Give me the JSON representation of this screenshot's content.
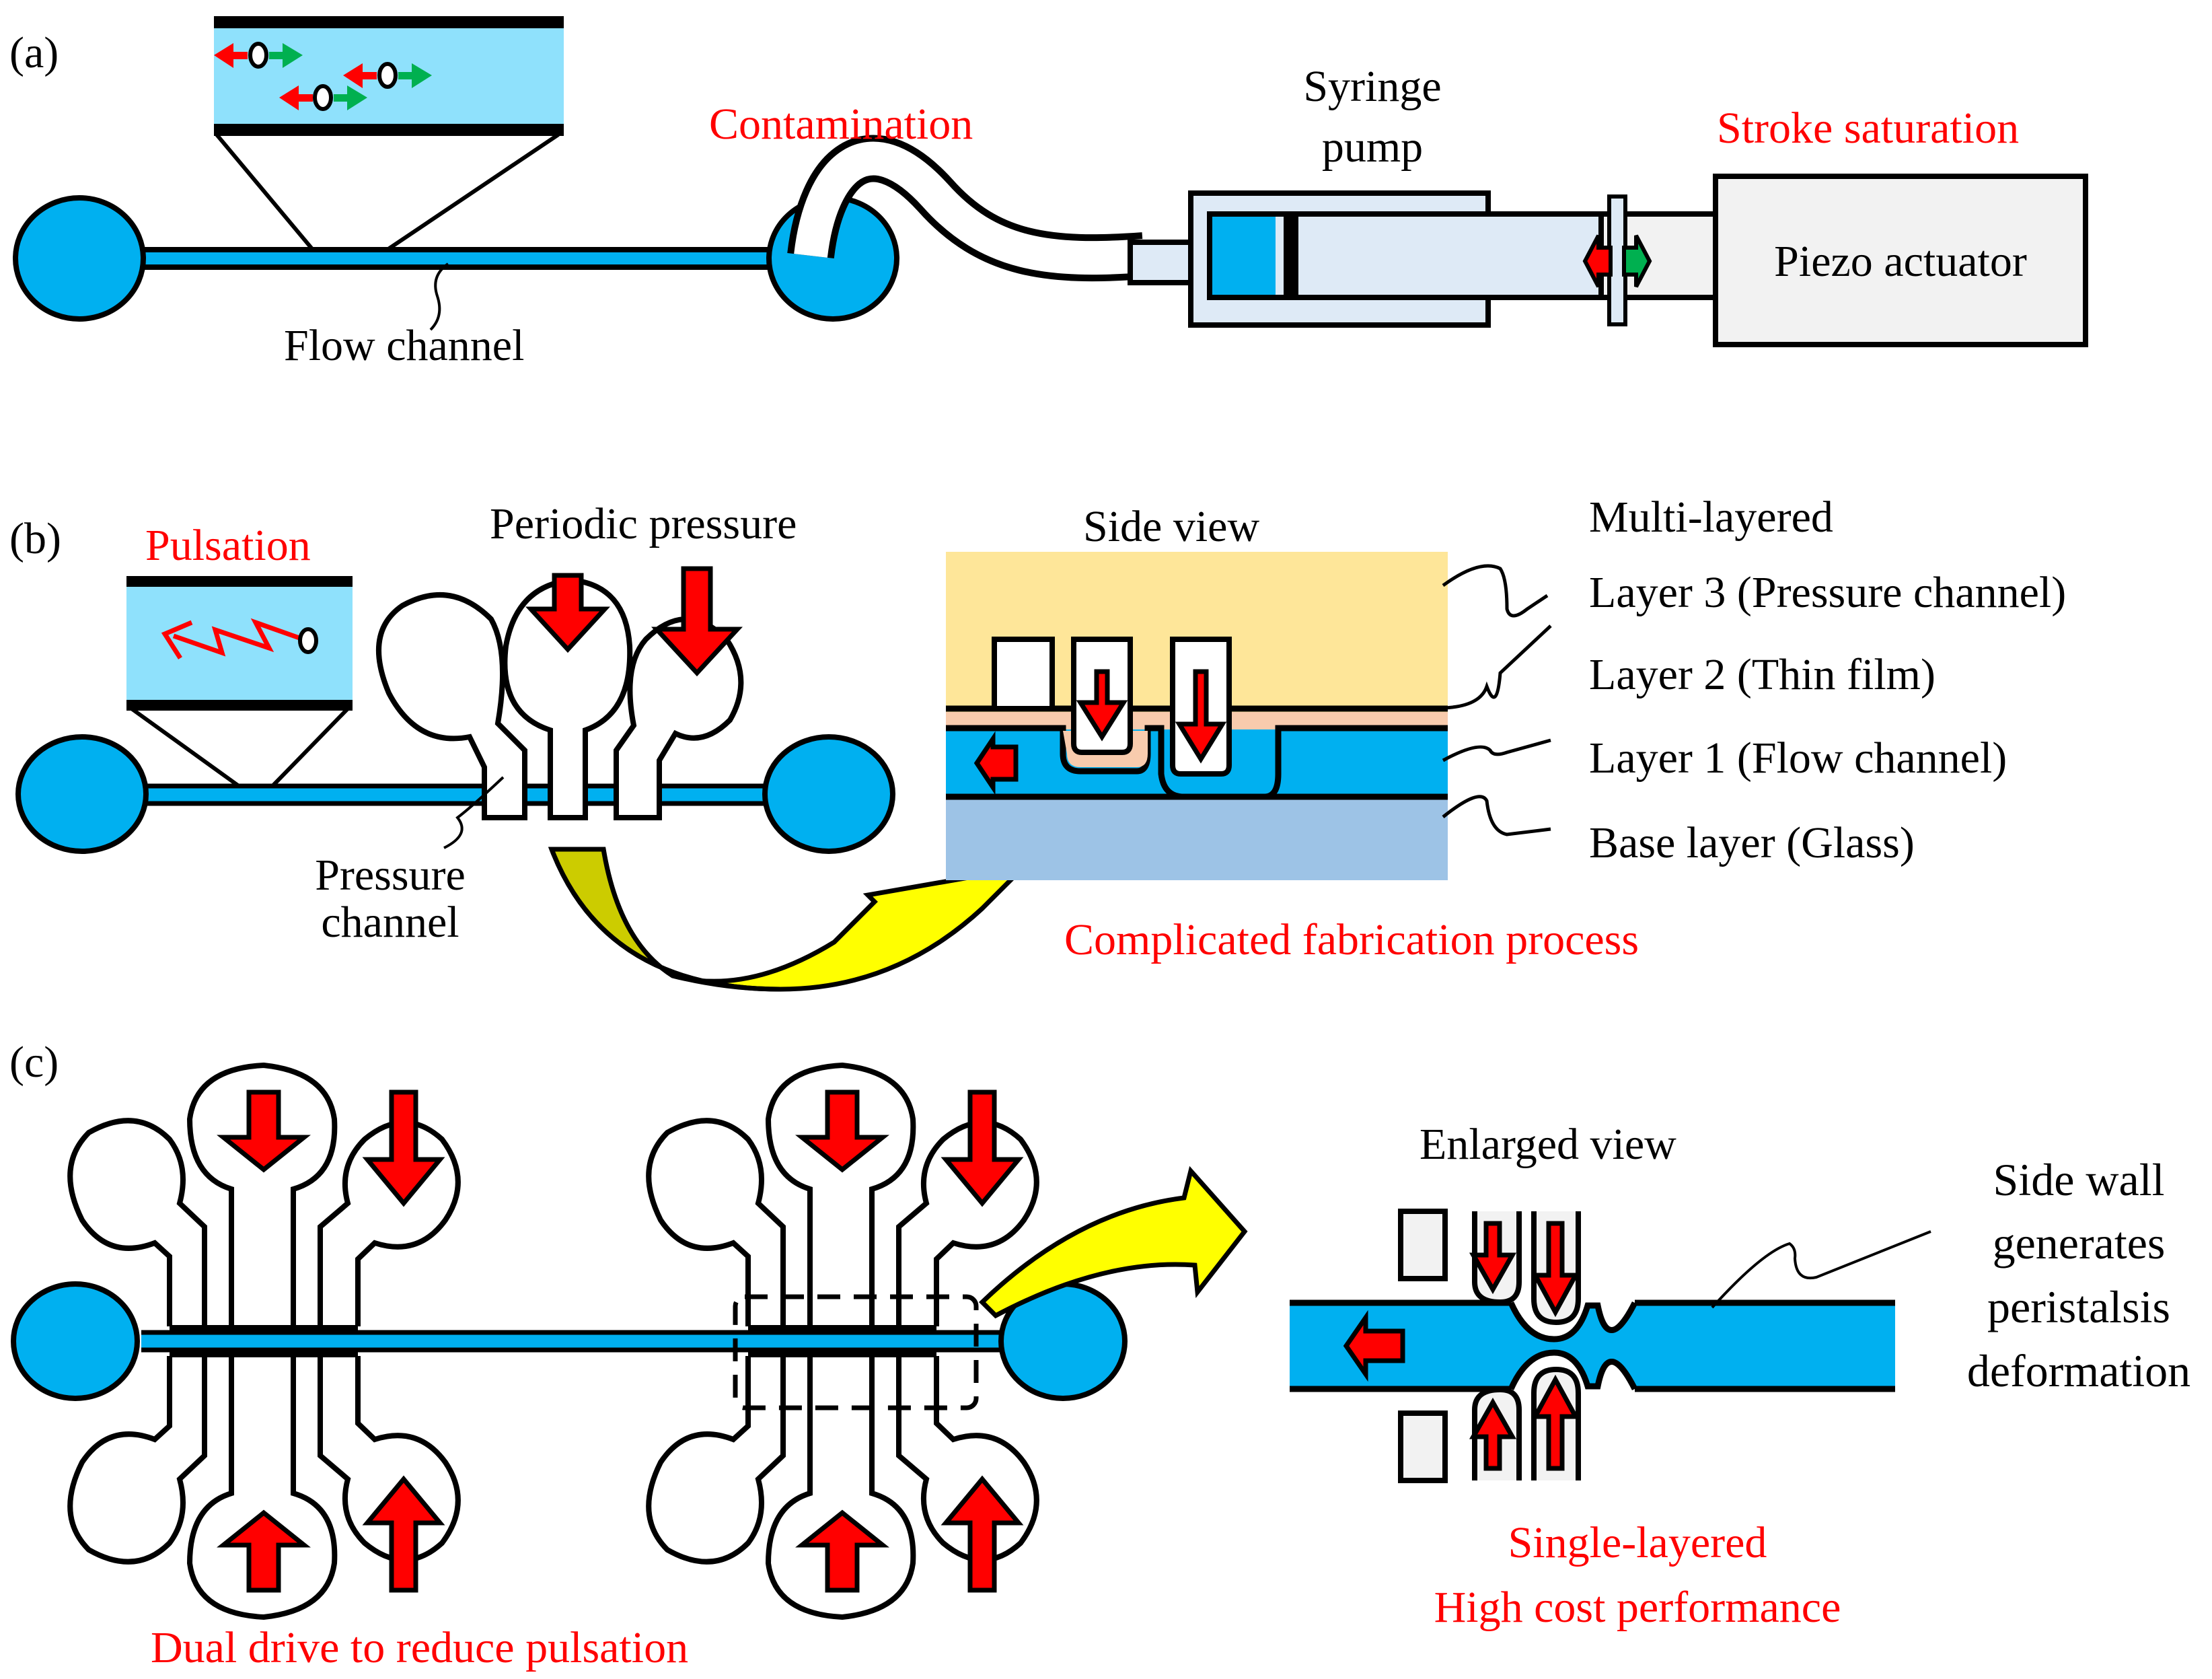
{
  "figure": {
    "panels": [
      {
        "id": "a",
        "label": "(a)",
        "texts": {
          "flow_channel": "Flow channel",
          "contamination": "Contamination",
          "syringe_line1": "Syringe",
          "syringe_line2": "pump",
          "stroke_saturation": "Stroke saturation",
          "piezo_actuator": "Piezo actuator"
        }
      },
      {
        "id": "b",
        "label": "(b)",
        "texts": {
          "pulsation": "Pulsation",
          "periodic_pressure": "Periodic pressure",
          "pressure_line1": "Pressure",
          "pressure_line2": "channel",
          "side_view": "Side view",
          "multi_layered": "Multi-layered",
          "layer3": "Layer 3 (Pressure channel)",
          "layer2": "Layer 2 (Thin film)",
          "layer1": "Layer 1 (Flow channel)",
          "base_layer": "Base layer (Glass)",
          "complicated": "Complicated fabrication process"
        }
      },
      {
        "id": "c",
        "label": "(c)",
        "texts": {
          "enlarged_view": "Enlarged view",
          "side_wall_line1": "Side wall",
          "side_wall_line2": "generates",
          "side_wall_line3": "peristalsis",
          "side_wall_line4": "deformation",
          "single_layered": "Single-layered",
          "high_cost": "High cost performance",
          "dual_drive": "Dual drive to reduce pulsation"
        }
      }
    ],
    "colors": {
      "fluid": "#00b0f0",
      "inset_fluid": "#8fe1fc",
      "highlight_red": "#ff0000",
      "motion_green": "#00b050",
      "layer3_tan": "#fee699",
      "layer2_peach": "#f8cbad",
      "glass_blue": "#9dc3e6",
      "syringe_body": "#deeaf6",
      "actuator_gray": "#f2f2f2",
      "callout_yellow": "#ffff00",
      "callout_olive": "#cccc00"
    }
  }
}
